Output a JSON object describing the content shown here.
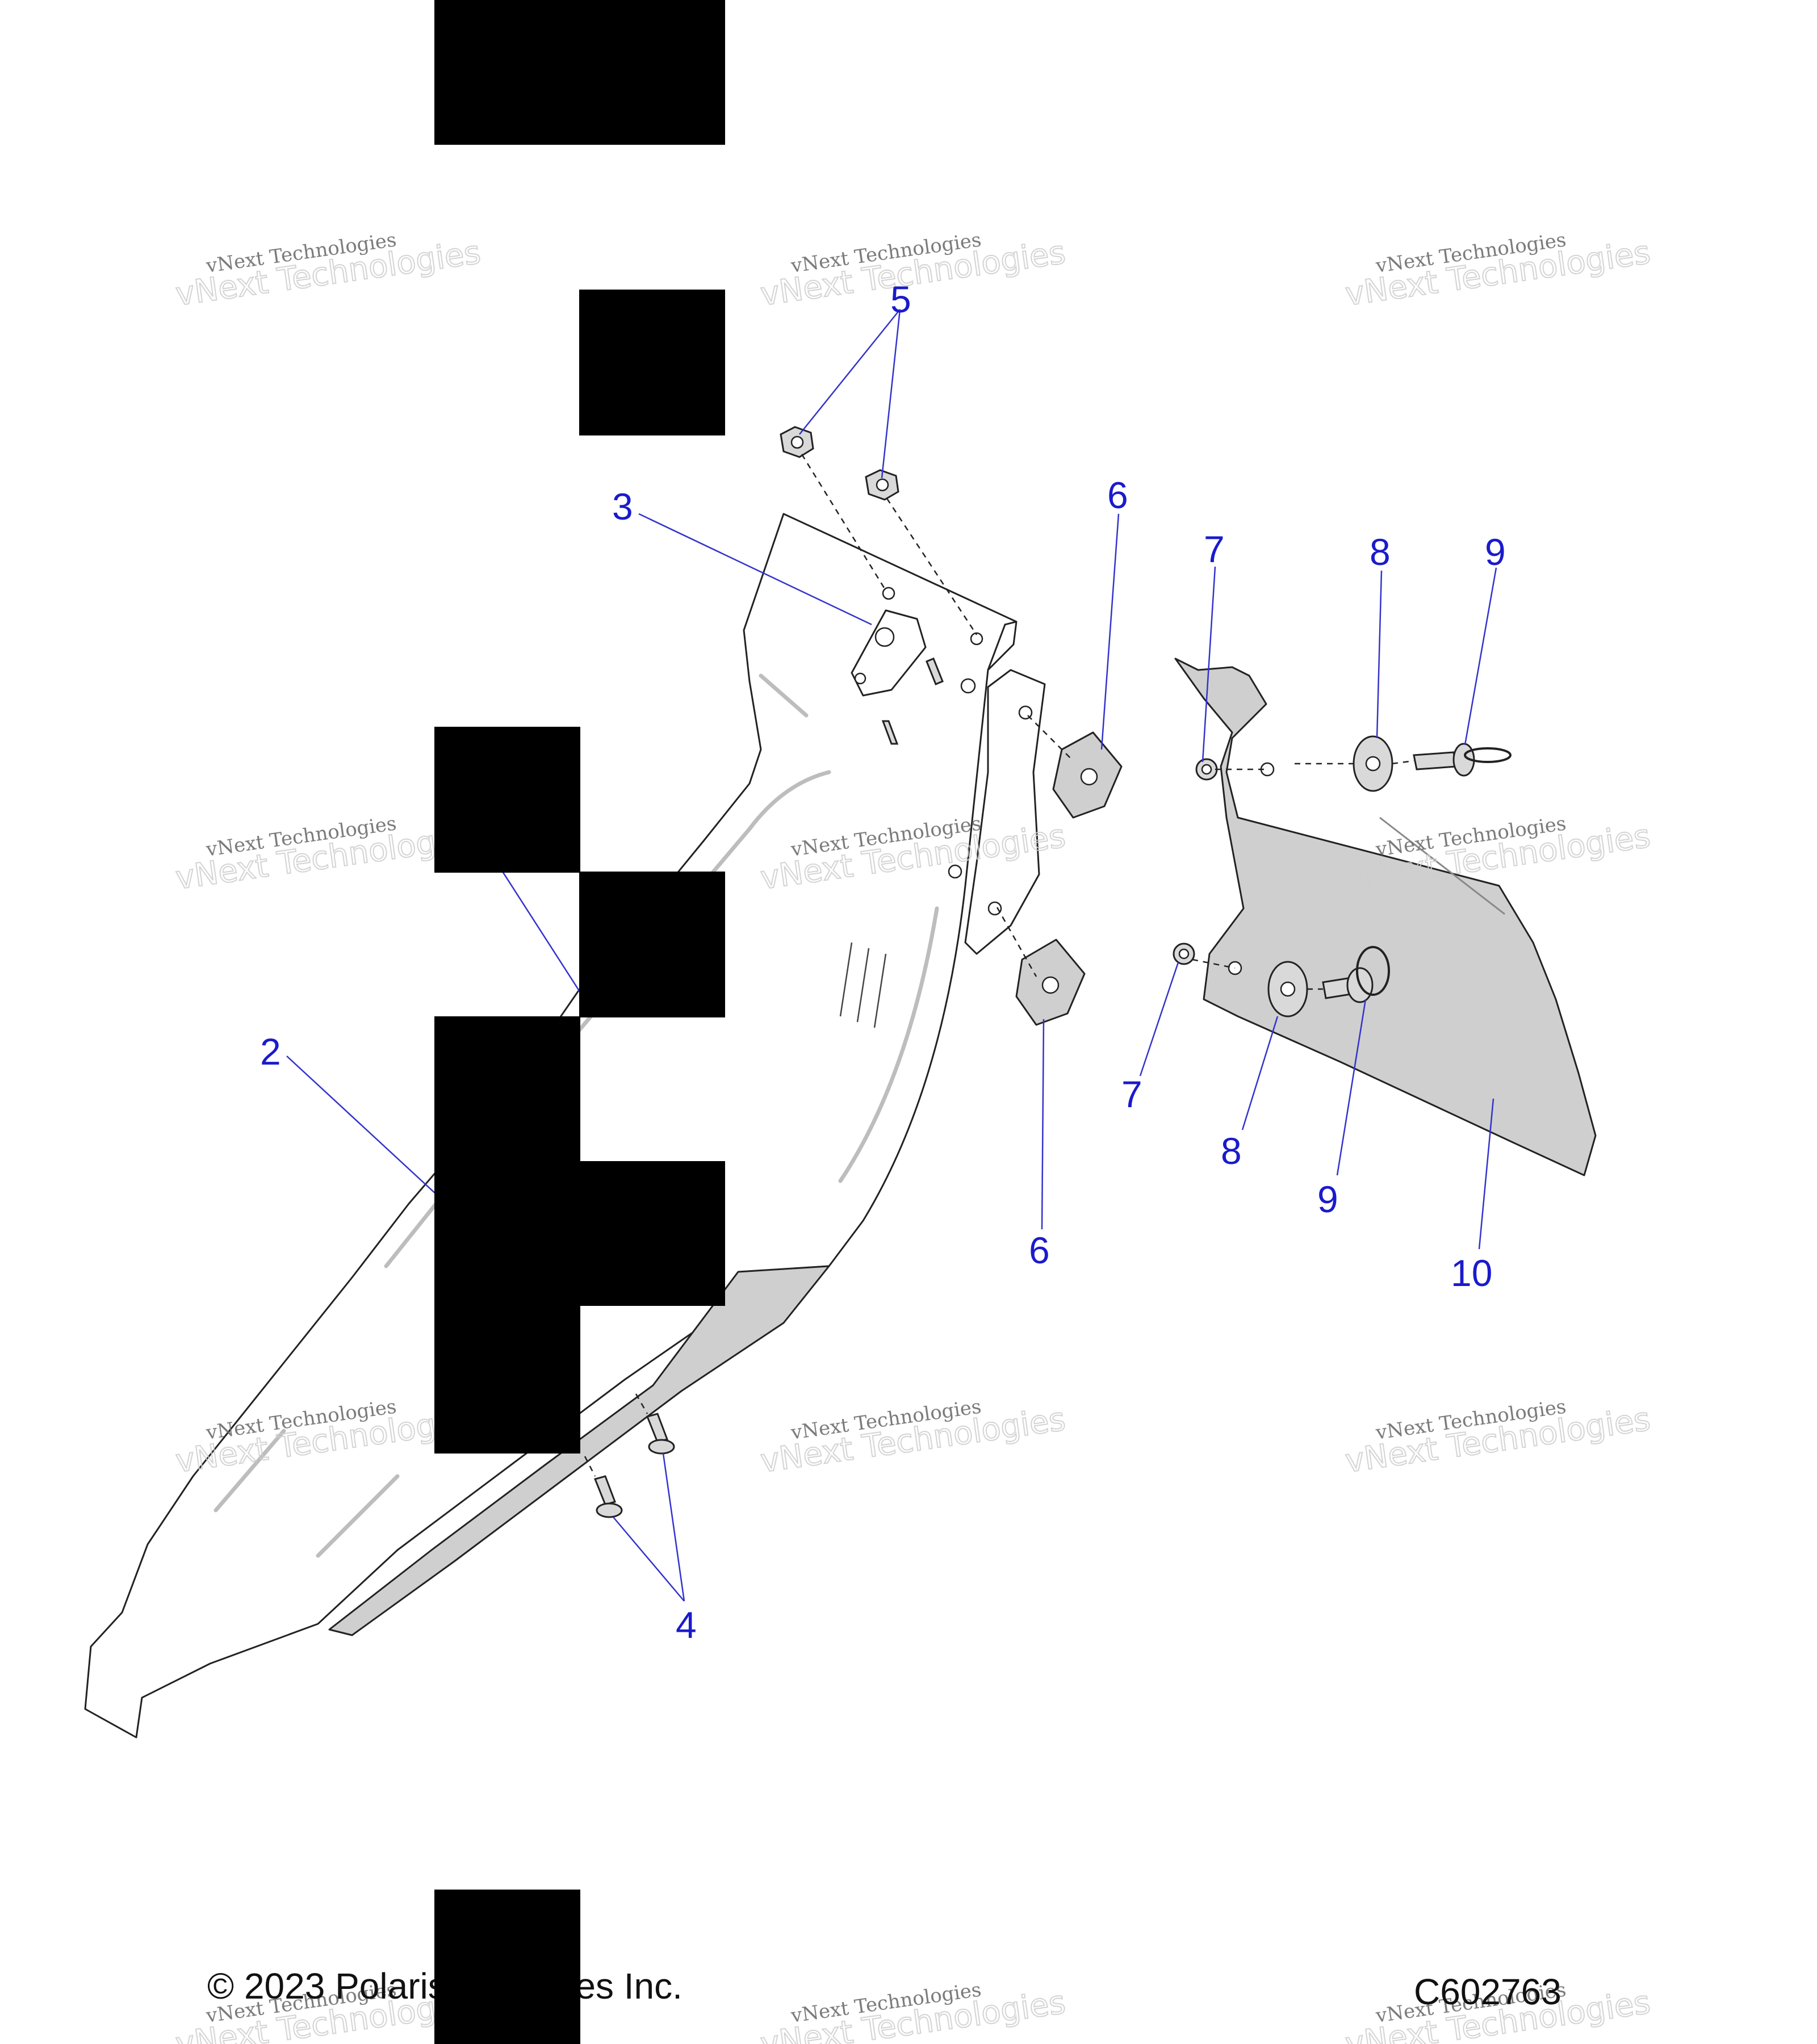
{
  "diagram": {
    "callouts": [
      "2",
      "3",
      "4",
      "5",
      "6",
      "6",
      "7",
      "7",
      "8",
      "8",
      "9",
      "9",
      "10"
    ],
    "watermark": {
      "line1": "vNext Technologies",
      "line2": "vNext Technologies"
    }
  },
  "footer": {
    "copyright": "© 2023 Polaris Industries Inc.",
    "figure_id": "C602763"
  }
}
